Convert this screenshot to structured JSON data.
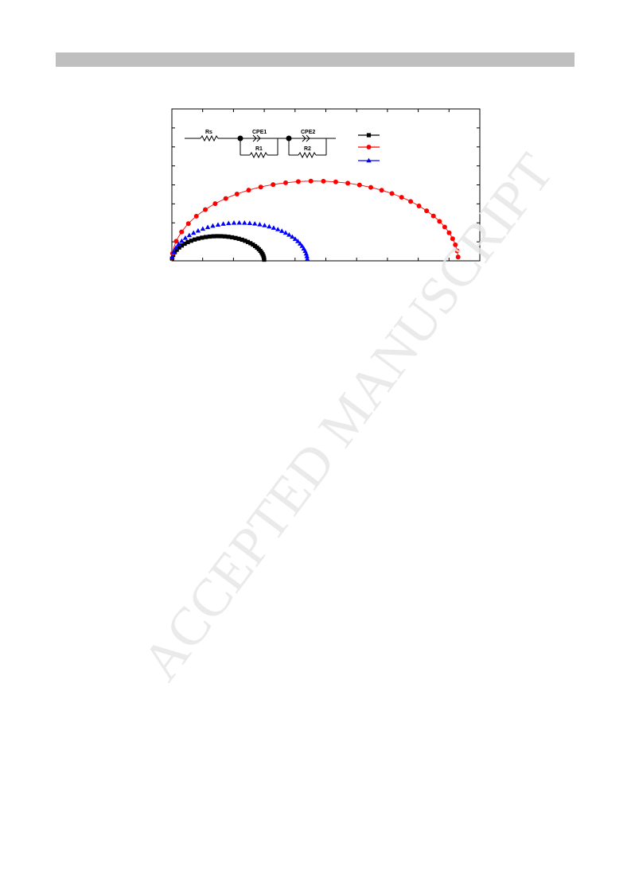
{
  "page": {
    "watermark": "ACCEPTED MANUSCRIPT",
    "colors": {
      "header_bar": "#bfbfbf",
      "watermark": "#e6e6e6"
    }
  },
  "chart_data": {
    "type": "scatter",
    "title": "",
    "xlabel": "",
    "ylabel": "",
    "xlim": [
      0,
      100
    ],
    "ylim": [
      0,
      40
    ],
    "grid": false,
    "legend_position": "top-right",
    "series": [
      {
        "color": "#000000",
        "marker": "square",
        "arc": {
          "x0": 0,
          "x1": 30,
          "peak_y": 6.5
        },
        "n_points": 36,
        "fit_line": false
      },
      {
        "color": "#ff0000",
        "marker": "circle",
        "arc": {
          "x0": 0,
          "x1": 93,
          "peak_y": 21
        },
        "n_points": 34,
        "fit_line": true
      },
      {
        "color": "#0000ff",
        "marker": "triangle",
        "arc": {
          "x0": 0,
          "x1": 44,
          "peak_y": 10
        },
        "n_points": 38,
        "fit_line": false
      }
    ],
    "inset": {
      "type": "equivalent-circuit",
      "labels": {
        "rs": "Rs",
        "cpe1": "CPE1",
        "r1": "R1",
        "cpe2": "CPE2",
        "r2": "R2"
      }
    }
  }
}
